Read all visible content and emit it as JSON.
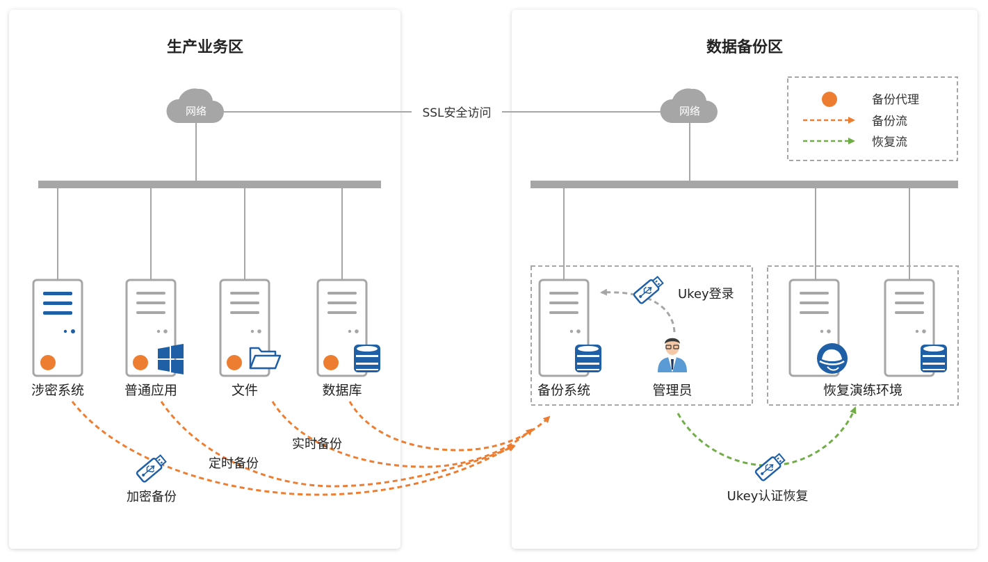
{
  "zones": {
    "production": {
      "title": "生产业务区",
      "network": "网络"
    },
    "backup": {
      "title": "数据备份区",
      "network": "网络"
    }
  },
  "ssl_link": "SSL安全访问",
  "legend": {
    "agent": "备份代理",
    "backup_flow": "备份流",
    "restore_flow": "恢复流"
  },
  "servers": {
    "classified": "涉密系统",
    "general_app": "普通应用",
    "file": "文件",
    "database": "数据库",
    "backup_system": "备份系统",
    "admin": "管理员",
    "drill_env": "恢复演练环境"
  },
  "flows": {
    "encrypted": "加密备份",
    "scheduled": "定时备份",
    "realtime": "实时备份",
    "ukey_login": "Ukey登录",
    "ukey_restore": "Ukey认证恢复"
  },
  "colors": {
    "backup_flow": "#ed7d31",
    "restore_flow": "#70ad47",
    "login_flow": "#a6a6a6",
    "icon_blue": "#1f5fa6",
    "server_gray": "#a6a6a6"
  }
}
